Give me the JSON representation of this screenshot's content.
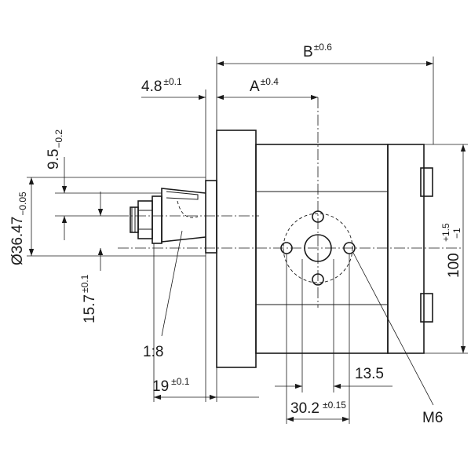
{
  "dimensions": {
    "b": {
      "label": "B",
      "tol": "±0.6"
    },
    "a": {
      "label": "A",
      "tol": "±0.4"
    },
    "flange_offset": {
      "label": "4.8",
      "tol": "±0.1"
    },
    "key_height": {
      "label": "9.5",
      "tol": "−0.2"
    },
    "shaft_diameter": {
      "label": "Ø36.47",
      "tol": "−0.05"
    },
    "shaft_offset": {
      "label": "15.7",
      "tol": "±0.1"
    },
    "taper": {
      "label": "1:8"
    },
    "shaft_length": {
      "label": "19",
      "tol": "±0.1"
    },
    "port_offset": {
      "label": "13.5"
    },
    "port_spacing": {
      "label": "30.2",
      "tol": "±0.15"
    },
    "thread": {
      "label": "M6"
    },
    "height": {
      "label": "100",
      "tol_upper": "+1.5",
      "tol_lower": "−1"
    }
  }
}
